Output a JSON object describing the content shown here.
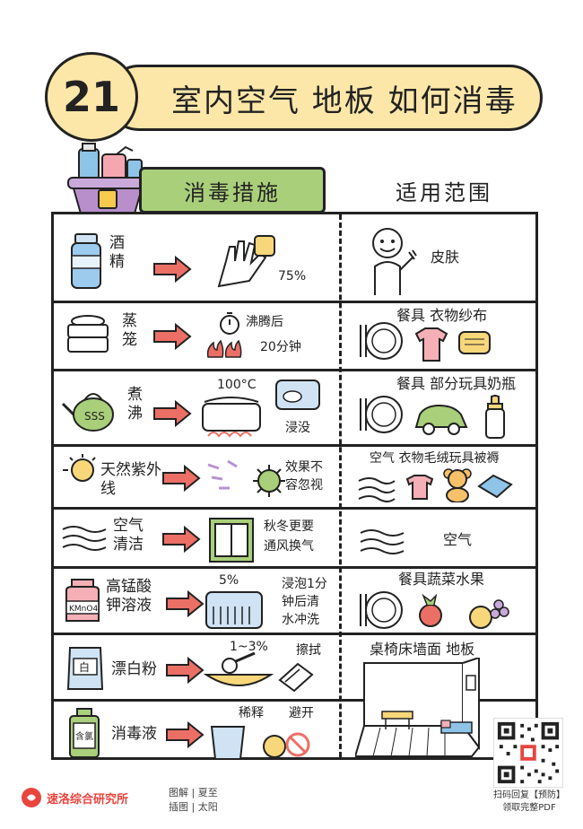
{
  "header": {
    "number": "21",
    "title": "室内空气 地板 如何消毒"
  },
  "columns": {
    "left": "消毒措施",
    "right": "适用范围"
  },
  "rows": [
    {
      "method": "酒精",
      "notes": [
        "75%"
      ],
      "scope": "皮肤"
    },
    {
      "method": "蒸笼",
      "notes": [
        "沸腾后",
        "20分钟"
      ],
      "scope": "餐具 衣物纱布"
    },
    {
      "method": "煮沸",
      "notes": [
        "100°C",
        "浸没"
      ],
      "scope": "餐具 部分玩具奶瓶"
    },
    {
      "method": "天然紫外线",
      "notes": [
        "效果不",
        "容忽视"
      ],
      "scope": "空气 衣物毛绒玩具被褥"
    },
    {
      "method": "空气清洁",
      "notes": [
        "秋冬更要",
        "通风换气"
      ],
      "scope": "空气"
    },
    {
      "method": "高锰酸钾溶液",
      "notes": [
        "5%",
        "浸泡1分",
        "钟后清",
        "水冲洗"
      ],
      "badge": "KMnO4",
      "scope": "餐具蔬菜水果"
    },
    {
      "method": "漂白粉",
      "notes": [
        "1~3%",
        "擦拭"
      ],
      "badge": "白",
      "scope": "桌椅床墙面 地板"
    },
    {
      "method": "消毒液",
      "notes": [
        "稀释",
        "避开"
      ],
      "badge": "含氯",
      "scope": ""
    }
  ],
  "footer": {
    "brand": "速洛综合研究所",
    "credit_line1": "图解 | 夏至",
    "credit_line2": "插图 | 太阳",
    "qr_line1": "扫码回复【预防】",
    "qr_line2": "领取完整PDF"
  },
  "colors": {
    "title_bg": "#fde7a8",
    "header_green": "#a9cf7a",
    "arrow_red": "#ec6f66",
    "brand_red": "#e9453f"
  }
}
